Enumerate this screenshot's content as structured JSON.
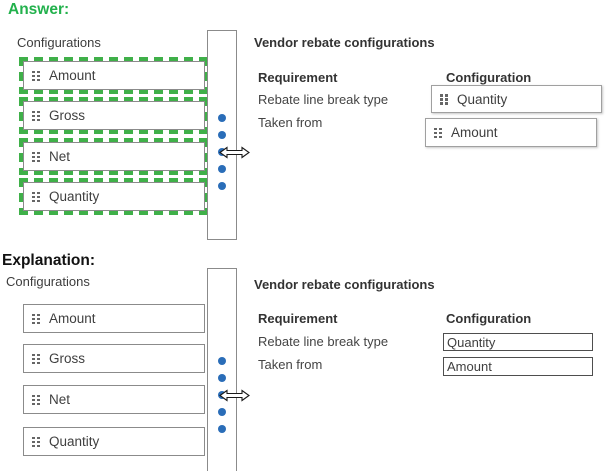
{
  "answer": {
    "heading": "Answer:",
    "configurations": {
      "title": "Configurations",
      "items": [
        "Amount",
        "Gross",
        "Net",
        "Quantity"
      ]
    },
    "panel": {
      "title": "Vendor rebate configurations",
      "requirement_header": "Requirement",
      "configuration_header": "Configuration",
      "rows": [
        {
          "requirement": "Rebate line break type",
          "value": "Quantity"
        },
        {
          "requirement": "Taken from",
          "value": "Amount"
        }
      ]
    }
  },
  "explanation": {
    "heading": "Explanation:",
    "configurations": {
      "title": "Configurations",
      "items": [
        "Amount",
        "Gross",
        "Net",
        "Quantity"
      ]
    },
    "panel": {
      "title": "Vendor rebate configurations",
      "requirement_header": "Requirement",
      "configuration_header": "Configuration",
      "rows": [
        {
          "requirement": "Rebate line break type",
          "value": "Quantity"
        },
        {
          "requirement": "Taken from",
          "value": "Amount"
        }
      ]
    }
  },
  "icons": {
    "grip": "grip-dots-icon",
    "splitter_dots": "splitter-dot",
    "resize_cursor": "horizontal-resize-arrow-icon"
  },
  "colors": {
    "answer_heading_green": "#22b14c",
    "selection_dash_green": "#3fb049",
    "splitter_dot_blue": "#2a6db8"
  }
}
